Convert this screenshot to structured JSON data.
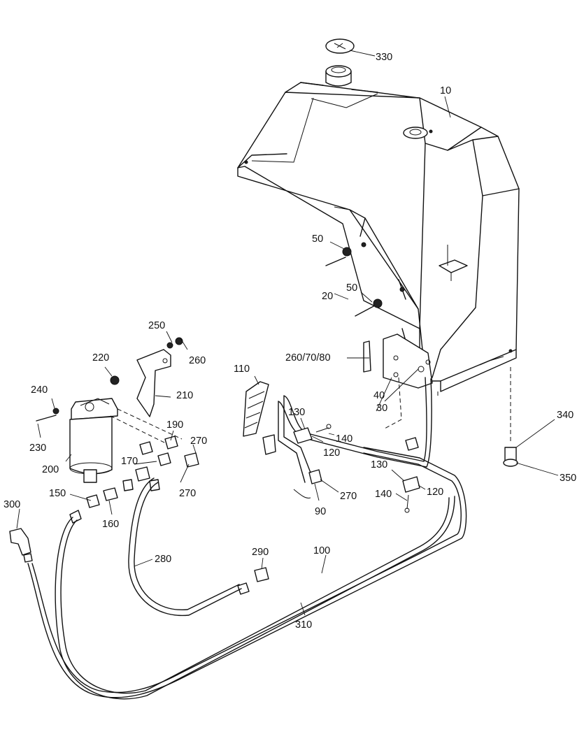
{
  "callouts": {
    "c330": "330",
    "c10": "10",
    "c50a": "50",
    "c20": "20",
    "c50b": "50",
    "c250": "250",
    "c220": "220",
    "c260a": "260",
    "c110": "110",
    "c260_70_80": "260/70/80",
    "c240": "240",
    "c210": "210",
    "c40": "40",
    "c30": "30",
    "c190": "190",
    "c270a": "270",
    "c130a": "130",
    "c140a": "140",
    "c230": "230",
    "c340": "340",
    "c120a": "120",
    "c200": "200",
    "c170": "170",
    "c270b": "270",
    "c130b": "130",
    "c350": "350",
    "c270c": "270",
    "c120b": "120",
    "c150": "150",
    "c140b": "140",
    "c300": "300",
    "c90": "90",
    "c160": "160",
    "c280": "280",
    "c290": "290",
    "c100": "100",
    "c310": "310"
  }
}
